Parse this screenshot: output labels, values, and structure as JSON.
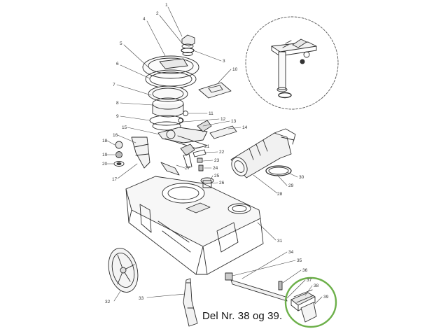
{
  "caption": "Del Nr. 38 og 39.",
  "highlight_color": "#6db04a",
  "line_color": "#2b2b2b",
  "callouts": [
    "1",
    "2",
    "3",
    "4",
    "5",
    "6",
    "7",
    "8",
    "9",
    "10",
    "11",
    "12",
    "13",
    "14",
    "15",
    "16",
    "17",
    "18",
    "19",
    "20",
    "21",
    "22",
    "23",
    "24",
    "25",
    "26",
    "27",
    "28",
    "29",
    "30",
    "31",
    "32",
    "33",
    "34",
    "35",
    "36",
    "37",
    "38",
    "39"
  ]
}
